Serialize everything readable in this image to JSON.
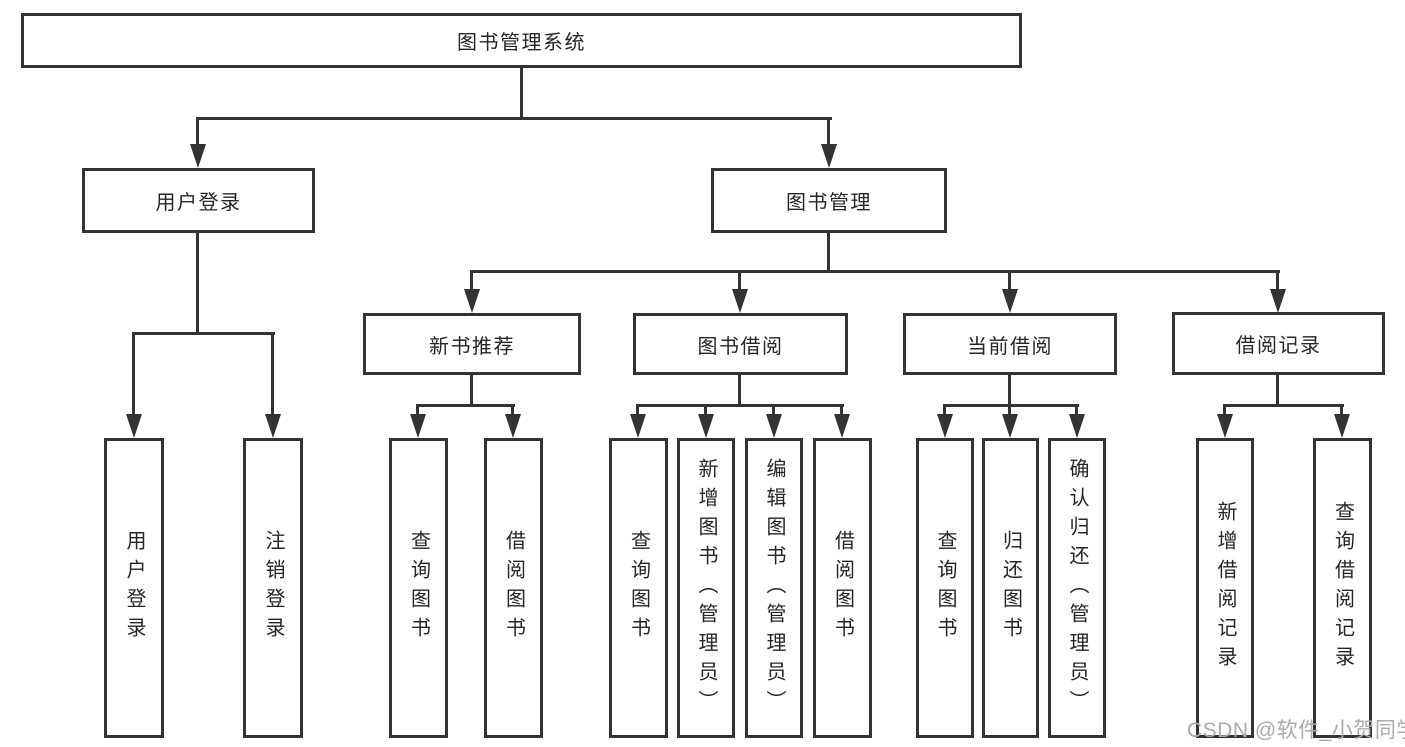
{
  "watermark": "CSDN @软件_小贺同学",
  "colors": {
    "background": "#ffffff",
    "line": "#333333",
    "box_border": "#333333",
    "text": "#262626",
    "watermark": "#ababab"
  },
  "tree": {
    "label": "图书管理系统",
    "children": [
      {
        "label": "用户登录",
        "children": [
          {
            "label": "用户登录"
          },
          {
            "label": "注销登录"
          }
        ]
      },
      {
        "label": "图书管理",
        "children": [
          {
            "label": "新书推荐",
            "children": [
              {
                "label": "查询图书"
              },
              {
                "label": "借阅图书"
              }
            ]
          },
          {
            "label": "图书借阅",
            "children": [
              {
                "label": "查询图书"
              },
              {
                "label": "新增图书（管理员）"
              },
              {
                "label": "编辑图书（管理员）"
              },
              {
                "label": "借阅图书"
              }
            ]
          },
          {
            "label": "当前借阅",
            "children": [
              {
                "label": "查询图书"
              },
              {
                "label": "归还图书"
              },
              {
                "label": "确认归还（管理员）"
              }
            ]
          },
          {
            "label": "借阅记录",
            "children": [
              {
                "label": "新增借阅记录"
              },
              {
                "label": "查询借阅记录"
              }
            ]
          }
        ]
      }
    ]
  }
}
